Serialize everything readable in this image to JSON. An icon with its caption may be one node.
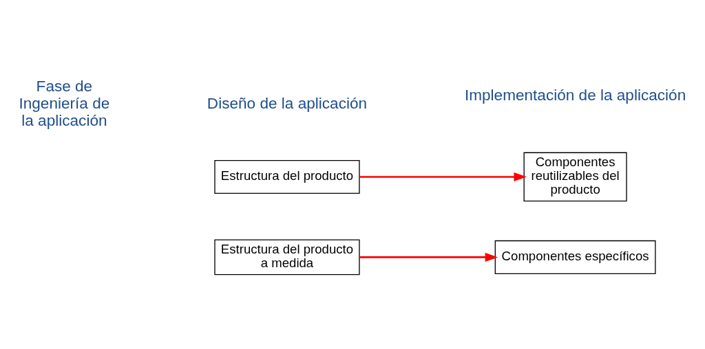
{
  "diagram": {
    "nodes": [
      {
        "text": [
          "Estructura del producto"
        ]
      },
      {
        "text": [
          "Componentes reutilizables del producto"
        ]
      },
      {
        "text": [
          "Estructura del producto a medida"
        ]
      },
      {
        "text": [
          "Componentes específicos"
        ]
      }
    ],
    "edges": [
      {
        "from": 0,
        "to": 1,
        "arrow": "to"
      },
      {
        "from": 2,
        "to": 3,
        "arrow": "to"
      }
    ],
    "labels": [
      "Diseño de la aplicación",
      "Implementación de la aplicación",
      "Fase de Ingeniería de la aplicación"
    ]
  }
}
